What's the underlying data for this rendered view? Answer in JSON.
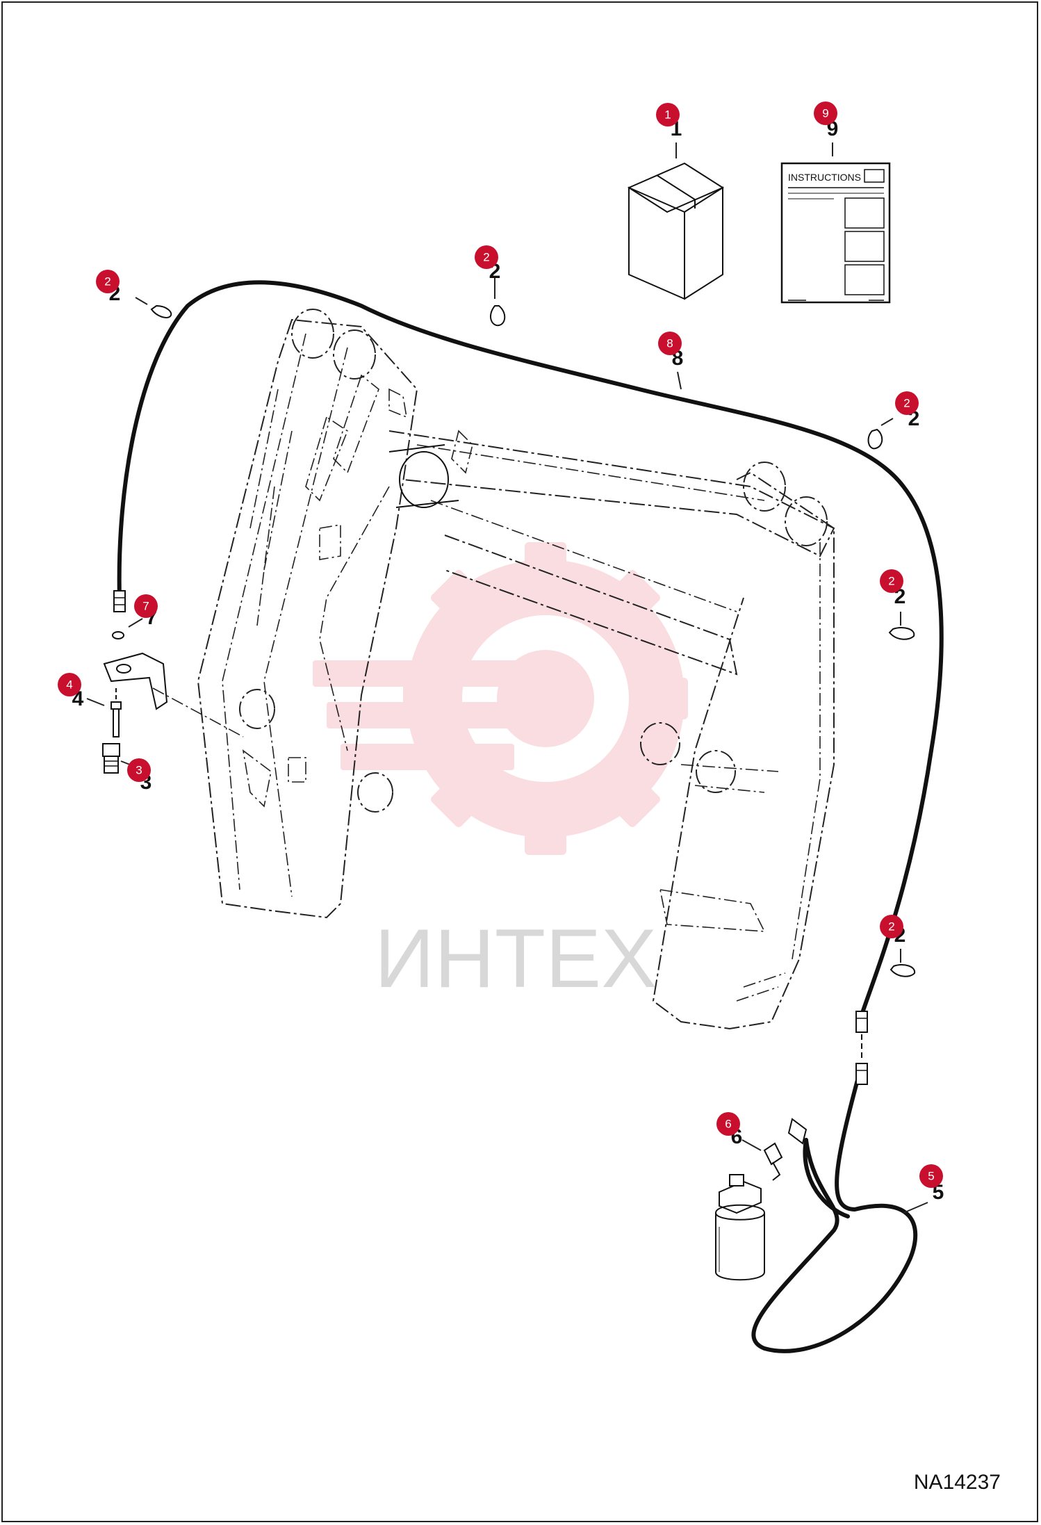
{
  "drawing_code": "NA14237",
  "watermark_text": "ИНТЕХ",
  "instructions_label": "INSTRUCTIONS",
  "callouts": [
    {
      "id": "c1",
      "label": "1"
    },
    {
      "id": "c9",
      "label": "9"
    },
    {
      "id": "c2a",
      "label": "2"
    },
    {
      "id": "c2b",
      "label": "2"
    },
    {
      "id": "c8",
      "label": "8"
    },
    {
      "id": "c2c",
      "label": "2"
    },
    {
      "id": "c2d",
      "label": "2"
    },
    {
      "id": "c7",
      "label": "7"
    },
    {
      "id": "c4",
      "label": "4"
    },
    {
      "id": "c3",
      "label": "3"
    },
    {
      "id": "c2e",
      "label": "2"
    },
    {
      "id": "c6",
      "label": "6"
    },
    {
      "id": "c5",
      "label": "5"
    }
  ],
  "colors": {
    "callout": "#c8102e",
    "watermark": "#f2a7ad",
    "line": "#111111"
  }
}
